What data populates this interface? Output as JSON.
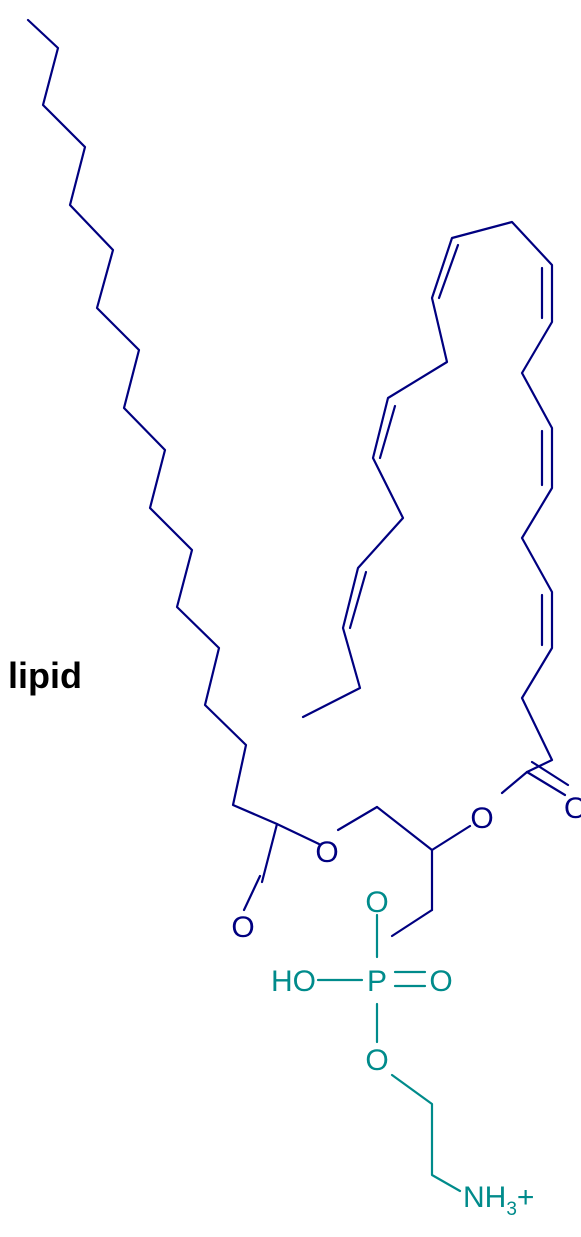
{
  "side_label": "lipid",
  "colors": {
    "tail": "#000080",
    "headgroup": "#008b8b",
    "label": "#000000"
  },
  "atoms": {
    "ester1_carbonyl_o": "O",
    "ester1_o": "O",
    "ester2_o": "O",
    "ester2_carbonyl_o": "O",
    "glycerol_o": "O",
    "phosphate_hydroxyl": "HO",
    "phosphorus": "P",
    "phosphate_double_o": "O",
    "phosphate_ester_o": "O",
    "amine": "NH",
    "amine_subscript": "3",
    "amine_charge": "+"
  },
  "icons": {
    "structure": "phospholipid-skeletal-formula"
  }
}
